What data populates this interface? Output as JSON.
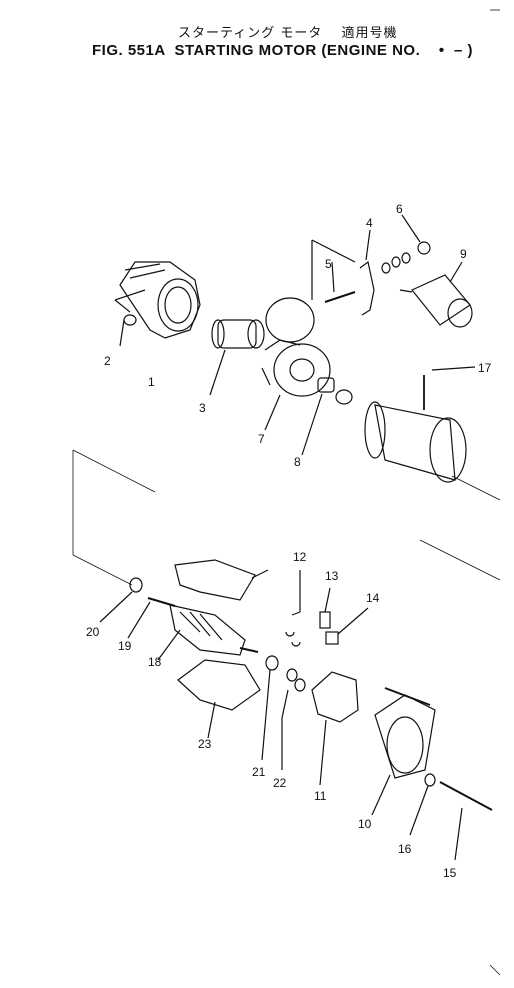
{
  "header": {
    "jp_title": "スターティング モータ　 適用号機",
    "fig_title": "FIG. 551A  STARTING MOTOR (ENGINE NO.    •  – )"
  },
  "callouts": [
    "1",
    "2",
    "3",
    "4",
    "5",
    "6",
    "7",
    "8",
    "9",
    "10",
    "11",
    "12",
    "13",
    "14",
    "15",
    "16",
    "17",
    "18",
    "19",
    "20",
    "21",
    "22",
    "23"
  ]
}
